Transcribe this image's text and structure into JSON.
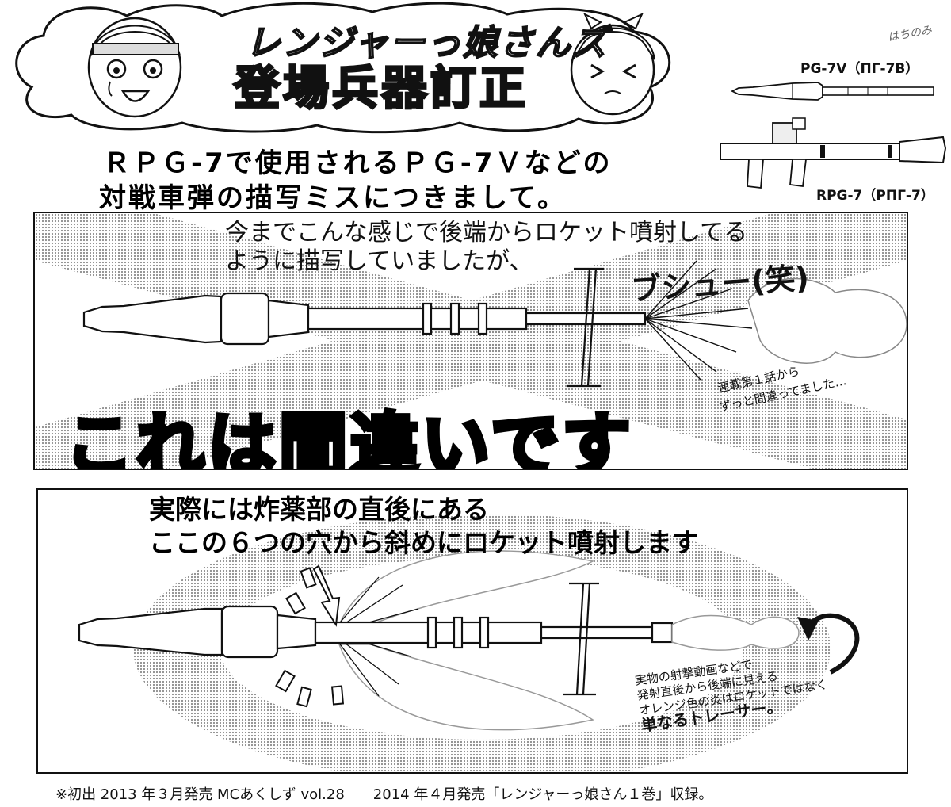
{
  "header": {
    "logo_line1": "レンジャーっ娘さんズ",
    "logo_line2": "登場兵器訂正",
    "signature": "はちのみ"
  },
  "specimens": {
    "warhead_label": "PG-7V（ПГ-7В）",
    "launcher_label": "RPG-7（РПГ-7）"
  },
  "headline": {
    "line1": "ＲＰＧ-7で使用されるＰＧ-7Ｖなどの",
    "line2": "対戦車弾の描写ミスにつきまして。"
  },
  "panel_wrong": {
    "caption_line1": "今までこんな感じで後端からロケット噴射してる",
    "caption_line2": "ように描写していましたが、",
    "sfx": "ブシュー(笑)",
    "note_line1": "連載第１話から",
    "note_line2": "ずっと間違ってました…",
    "verdict": "これは間違いです"
  },
  "panel_correct": {
    "caption_line1": "実際には炸薬部の直後にある",
    "caption_line2": "ここの６つの穴から斜めにロケット噴射します",
    "note_line1": "実物の射撃動画などで",
    "note_line2": "発射直後から後端に見える",
    "note_line3": "オレンジ色の炎はロケットではなく",
    "note_line4": "単なるトレーサー。"
  },
  "footer": "※初出 2013 年３月発売 MCあくしず vol.28　　2014 年４月発売「レンジャーっ娘さん１巻」収録。",
  "colors": {
    "ink": "#111111",
    "screentone": "#cfcfcf",
    "paper": "#ffffff"
  }
}
